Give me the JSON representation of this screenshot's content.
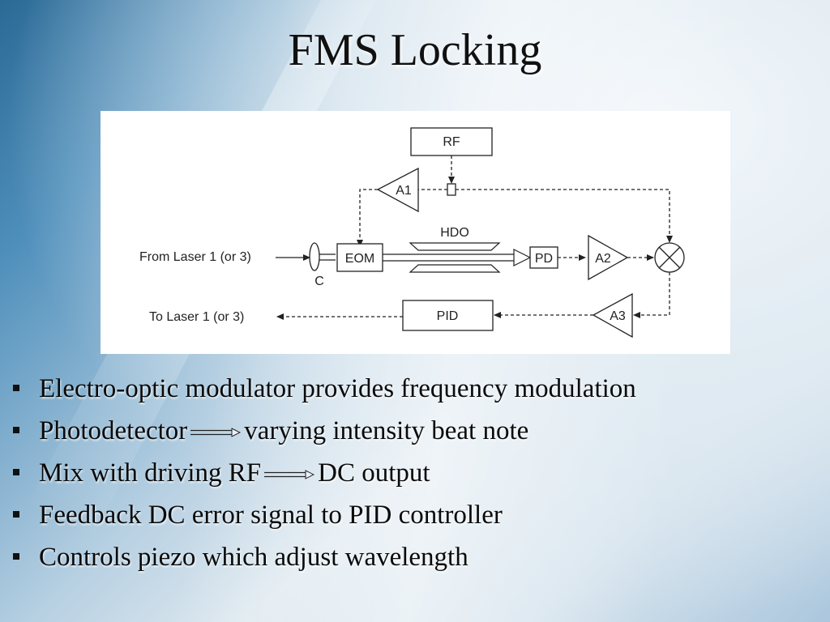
{
  "slide": {
    "title": "FMS Locking"
  },
  "diagram": {
    "labels": {
      "rf": "RF",
      "a1": "A1",
      "hdo": "HDO",
      "from_laser": "From Laser 1 (or 3)",
      "eom": "EOM",
      "pd": "PD",
      "a2": "A2",
      "c": "C",
      "to_laser": "To Laser 1 (or 3)",
      "pid": "PID",
      "a3": "A3"
    }
  },
  "bullets": [
    {
      "text": "Electro-optic modulator provides frequency modulation"
    },
    {
      "before": "Photodetector",
      "after": "varying intensity beat note"
    },
    {
      "before": "Mix with driving RF",
      "after": "DC output"
    },
    {
      "text": "Feedback DC error signal to PID controller"
    },
    {
      "text": "Controls piezo which adjust wavelength"
    }
  ],
  "colors": {
    "text": "#111111",
    "diagram_line": "#222222",
    "diagram_background": "#ffffff"
  }
}
